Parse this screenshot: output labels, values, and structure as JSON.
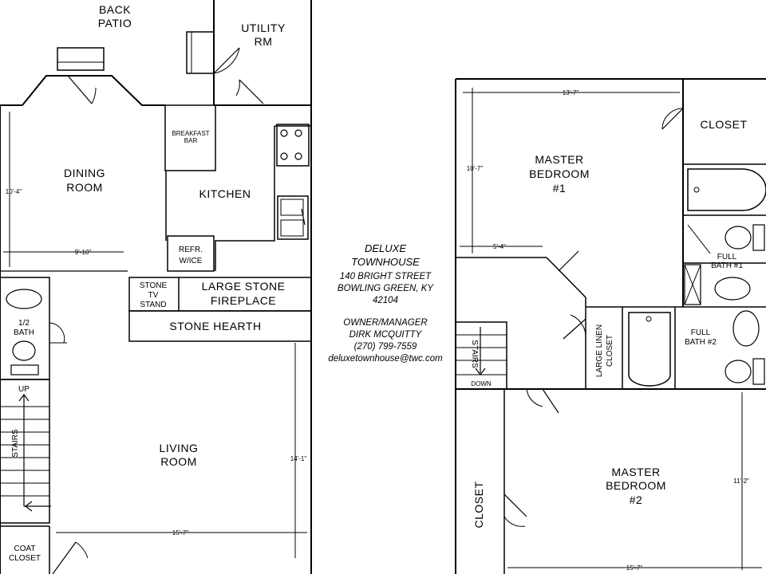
{
  "rooms": {
    "back_patio": [
      "BACK",
      "PATIO"
    ],
    "utility": [
      "UTILITY",
      "RM"
    ],
    "breakfast_bar": [
      "BREAKFAST",
      "BAR"
    ],
    "dining": [
      "DINING",
      "ROOM"
    ],
    "kitchen": "KITCHEN",
    "fridge": [
      "REFR.",
      "W/ICE"
    ],
    "tv_stand": [
      "STONE",
      "TV",
      "STAND"
    ],
    "fireplace": [
      "LARGE STONE",
      "FIREPLACE"
    ],
    "hearth": "STONE HEARTH",
    "half_bath": [
      "1/2",
      "BATH"
    ],
    "up": "UP",
    "stairs_main": "STAIRS",
    "living": [
      "LIVING",
      "ROOM"
    ],
    "coat_closet": [
      "COAT",
      "CLOSET"
    ],
    "closet_top": "CLOSET",
    "master1": [
      "MASTER",
      "BEDROOM",
      "#1"
    ],
    "full_bath1": [
      "FULL",
      "BATH #1"
    ],
    "linen": [
      "LARGE LINEN",
      "CLOSET"
    ],
    "full_bath2": [
      "FULL",
      "BATH #2"
    ],
    "stairs_upper": "STAIRS",
    "down": "DOWN",
    "closet_left": "CLOSET",
    "master2": [
      "MASTER",
      "BEDROOM",
      "#2"
    ]
  },
  "dimensions": {
    "dining_height": "10'-4\"",
    "dining_width": "9'-10\"",
    "living_height": "14'-1\"",
    "living_width": "15'-7\"",
    "master1_width": "13'-7\"",
    "master1_height": "10'-7\"",
    "master1_alcove": "5'-4\"",
    "master2_height": "11'-2\"",
    "master2_width": "15'-7\""
  },
  "info": {
    "title": [
      "DELUXE",
      "TOWNHOUSE"
    ],
    "address": [
      "140 BRIGHT STREET",
      "BOWLING GREEN, KY",
      "42104"
    ],
    "owner": [
      "OWNER/MANAGER",
      "DIRK MCQUITTY",
      "(270) 799-7559",
      "deluxetownhouse@twc.com"
    ]
  }
}
